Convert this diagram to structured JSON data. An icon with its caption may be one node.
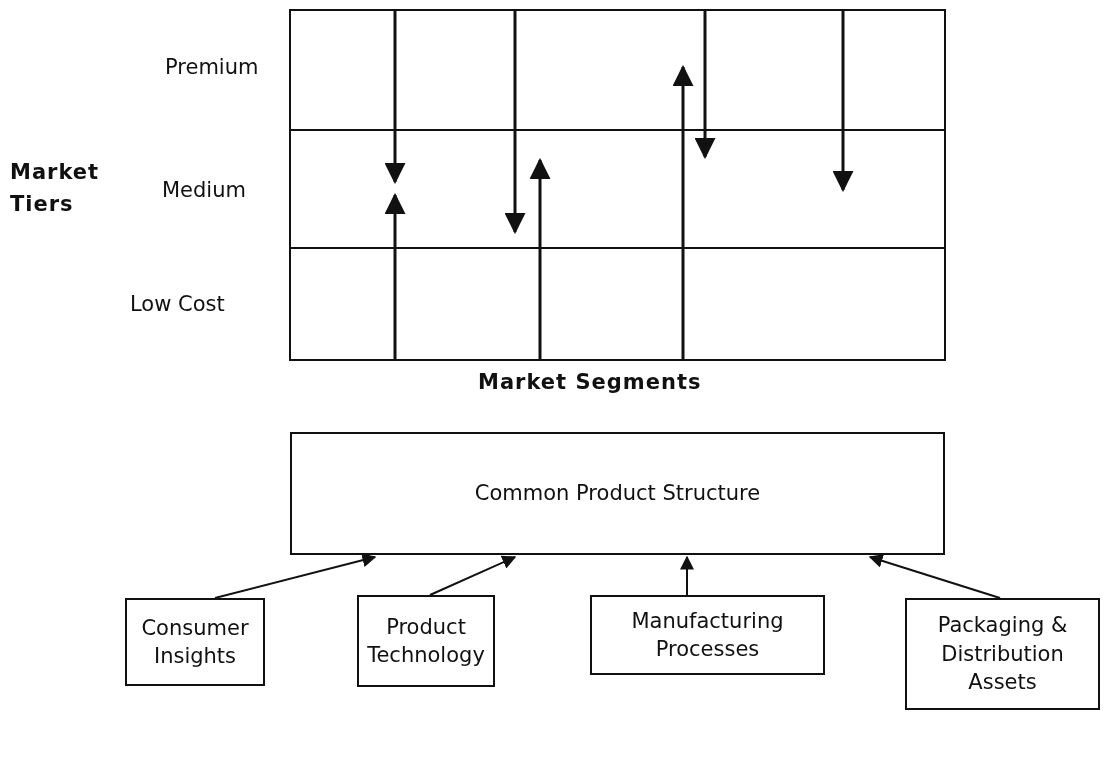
{
  "diagram": {
    "nodes": [
      {
        "text": [
          "Common Product Structure"
        ]
      },
      {
        "text": [
          "Consumer Insights"
        ]
      },
      {
        "text": [
          "Product Technology"
        ]
      },
      {
        "text": [
          "Manufacturing Processes"
        ]
      },
      {
        "text": [
          "Packaging & Distribution Assets"
        ]
      }
    ],
    "edges": [
      {
        "from": 1,
        "to": 0,
        "arrow": "to"
      },
      {
        "from": 2,
        "to": 0,
        "arrow": "to"
      },
      {
        "from": 3,
        "to": 0,
        "arrow": "to"
      },
      {
        "from": 4,
        "to": 0,
        "arrow": "to"
      }
    ],
    "labels": [
      "Premium",
      "Market Tiers",
      "Medium",
      "Low Cost",
      "Market Segments"
    ]
  }
}
